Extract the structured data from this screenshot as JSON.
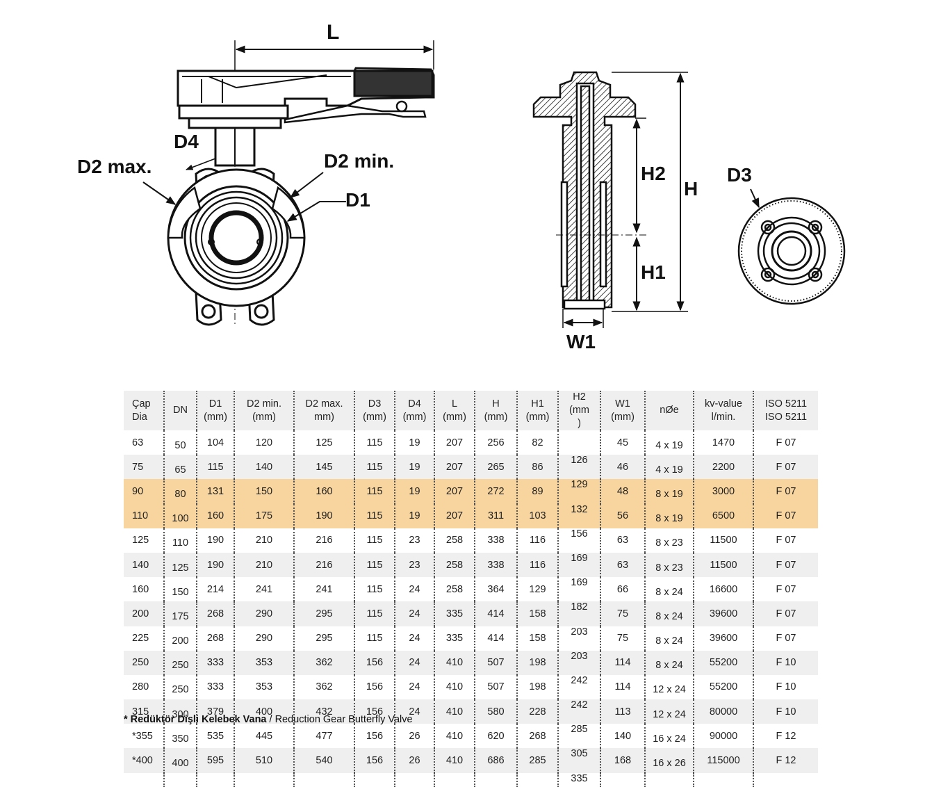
{
  "labels": {
    "L": "L",
    "D4": "D4",
    "D2max": "D2 max.",
    "D2min": "D2 min.",
    "D1": "D1",
    "H2": "H2",
    "H": "H",
    "H1": "H1",
    "W1": "W1",
    "D3": "D3"
  },
  "table": {
    "headers": [
      [
        "Çap",
        "Dia"
      ],
      [
        "DN"
      ],
      [
        "D1",
        "(mm)"
      ],
      [
        "D2 min.",
        "(mm)"
      ],
      [
        "D2 max.",
        "mm)"
      ],
      [
        "D3",
        "(mm)"
      ],
      [
        "D4",
        "(mm)"
      ],
      [
        "L",
        "(mm)"
      ],
      [
        "H",
        "(mm)"
      ],
      [
        "H1",
        "(mm)"
      ],
      [
        "H2",
        "(mm",
        ")"
      ],
      [
        "W1",
        "(mm)"
      ],
      [
        "nØe"
      ],
      [
        "kv-value",
        "l/min."
      ],
      [
        "ISO 5211",
        "ISO 5211"
      ]
    ],
    "rows": [
      [
        "63",
        "50",
        "104",
        "120",
        "125",
        "115",
        "19",
        "207",
        "256",
        "82",
        "",
        "45",
        "4 x 19",
        "1470",
        "F 07"
      ],
      [
        "75",
        "65",
        "115",
        "140",
        "145",
        "115",
        "19",
        "207",
        "265",
        "86",
        "126",
        "46",
        "4 x 19",
        "2200",
        "F 07"
      ],
      [
        "90",
        "80",
        "131",
        "150",
        "160",
        "115",
        "19",
        "207",
        "272",
        "89",
        "129",
        "48",
        "8 x 19",
        "3000",
        "F 07"
      ],
      [
        "110",
        "100",
        "160",
        "175",
        "190",
        "115",
        "19",
        "207",
        "311",
        "103",
        "132",
        "56",
        "8 x 19",
        "6500",
        "F 07"
      ],
      [
        "125",
        "110",
        "190",
        "210",
        "216",
        "115",
        "23",
        "258",
        "338",
        "116",
        "156",
        "63",
        "8 x 23",
        "11500",
        "F 07"
      ],
      [
        "140",
        "125",
        "190",
        "210",
        "216",
        "115",
        "23",
        "258",
        "338",
        "116",
        "169",
        "63",
        "8 x 23",
        "11500",
        "F 07"
      ],
      [
        "160",
        "150",
        "214",
        "241",
        "241",
        "115",
        "24",
        "258",
        "364",
        "129",
        "169",
        "66",
        "8 x 24",
        "16600",
        "F 07"
      ],
      [
        "200",
        "175",
        "268",
        "290",
        "295",
        "115",
        "24",
        "335",
        "414",
        "158",
        "182",
        "75",
        "8 x 24",
        "39600",
        "F 07"
      ],
      [
        "225",
        "200",
        "268",
        "290",
        "295",
        "115",
        "24",
        "335",
        "414",
        "158",
        "203",
        "75",
        "8 x 24",
        "39600",
        "F 07"
      ],
      [
        "250",
        "250",
        "333",
        "353",
        "362",
        "156",
        "24",
        "410",
        "507",
        "198",
        "203",
        "114",
        "8 x 24",
        "55200",
        "F 10"
      ],
      [
        "280",
        "250",
        "333",
        "353",
        "362",
        "156",
        "24",
        "410",
        "507",
        "198",
        "242",
        "114",
        "12 x 24",
        "55200",
        "F 10"
      ],
      [
        "315",
        "300",
        "379",
        "400",
        "432",
        "156",
        "24",
        "410",
        "580",
        "228",
        "242",
        "113",
        "12 x 24",
        "80000",
        "F 10"
      ],
      [
        "*355",
        "350",
        "535",
        "445",
        "477",
        "156",
        "26",
        "410",
        "620",
        "268",
        "285",
        "140",
        "16 x 24",
        "90000",
        "F 12"
      ],
      [
        "*400",
        "400",
        "595",
        "510",
        "540",
        "156",
        "26",
        "410",
        "686",
        "285",
        "305",
        "168",
        "16 x 26",
        "115000",
        "F 12"
      ]
    ],
    "trailing_h2": "335",
    "highlight_rows": [
      2,
      3
    ],
    "highlight_color": "#f8d59e",
    "stripe_color": "#efefef"
  },
  "footnote": {
    "bold": "* Redüktör Dişli Kelebek Vana",
    "rest": " / Reduction Gear Butterfly Valve"
  }
}
